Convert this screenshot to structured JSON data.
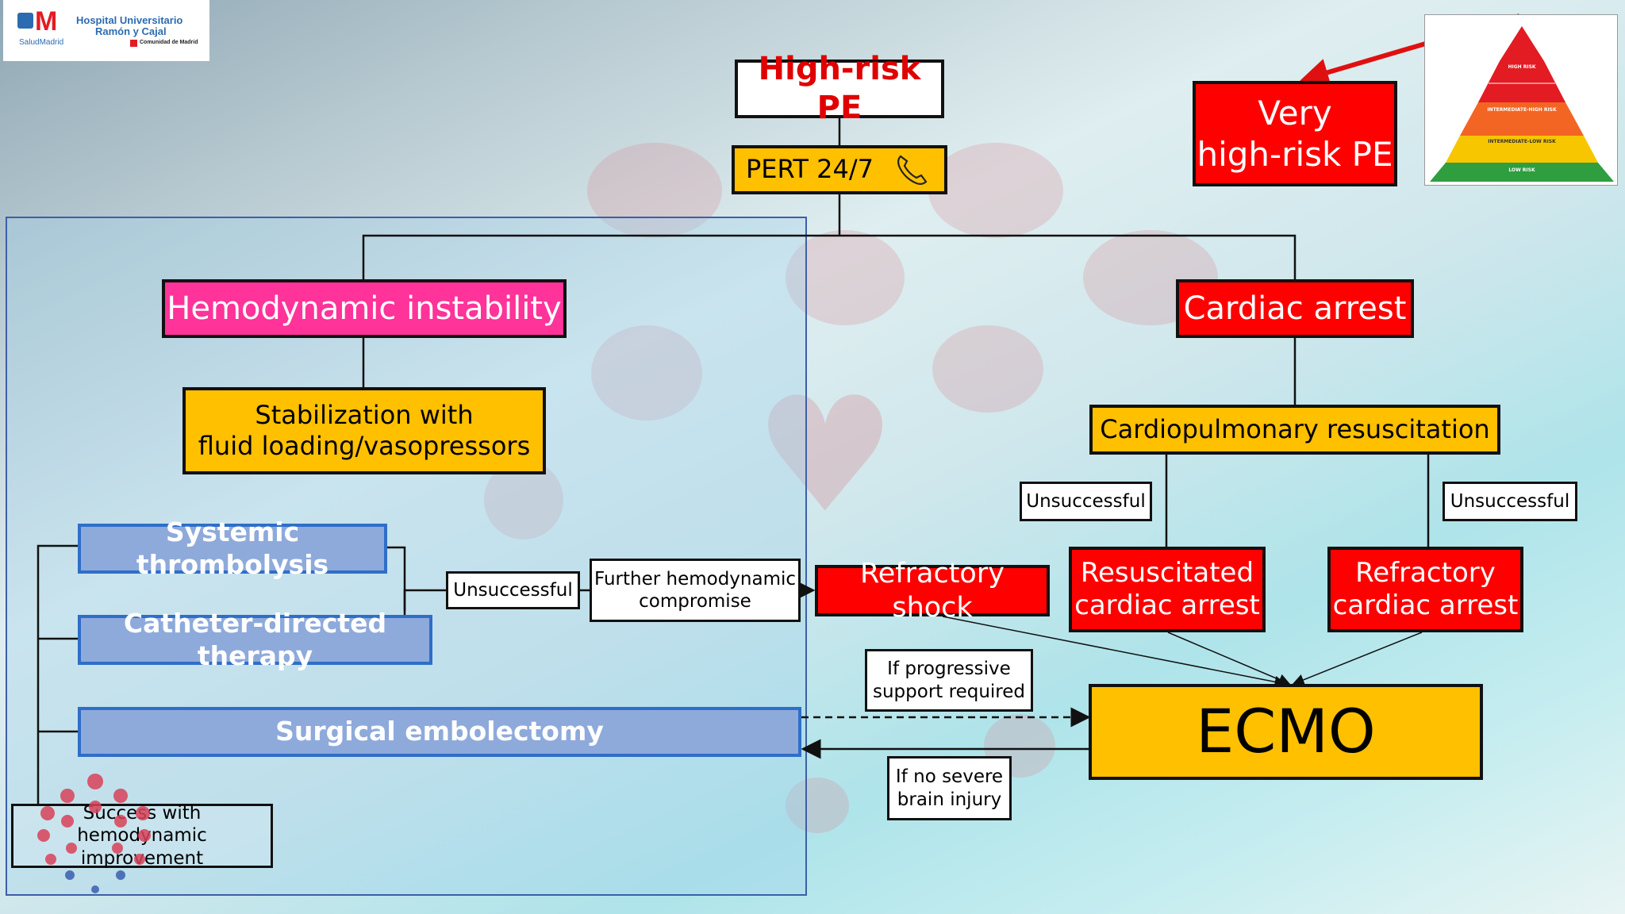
{
  "logo": {
    "brand_letter": "M",
    "sub_brand": "SaludMadrid",
    "hospital_line1": "Hospital Universitario",
    "hospital_line2": "Ramón y Cajal",
    "region": "Comunidad de Madrid"
  },
  "nodes": {
    "high_risk_pe": "High-risk PE",
    "pert": "PERT 24/7",
    "very_high_risk_line1": "Very",
    "very_high_risk_line2": "high-risk PE",
    "hemodynamic_instability": "Hemodynamic instability",
    "cardiac_arrest": "Cardiac arrest",
    "stabilization_line1": "Stabilization with",
    "stabilization_line2": "fluid loading/vasopressors",
    "cpr": "Cardiopulmonary resuscitation",
    "unsuccessful_cpr_left": "Unsuccessful",
    "unsuccessful_cpr_right": "Unsuccessful",
    "systemic_thrombolysis": "Systemic thrombolysis",
    "catheter_directed": "Catheter-directed therapy",
    "surgical_embolectomy": "Surgical embolectomy",
    "unsuccessful_reperfusion": "Unsuccessful",
    "further_line1": "Further hemodynamic",
    "further_line2": "compromise",
    "refractory_shock": "Refractory shock",
    "resuscitated_line1": "Resuscitated",
    "resuscitated_line2": "cardiac arrest",
    "refractory_arrest_line1": "Refractory",
    "refractory_arrest_line2": "cardiac arrest",
    "progressive_line1": "If progressive",
    "progressive_line2": "support required",
    "ecmo": "ECMO",
    "brain_line1": "If no severe",
    "brain_line2": "brain injury",
    "success_line1": "Success with",
    "success_line2": "hemodynamic improvement"
  },
  "risk_pyramid": {
    "tiers": [
      {
        "label": "HIGH RISK",
        "color": "#e31b23"
      },
      {
        "label": "INTERMEDIATE-HIGH RISK",
        "color": "#f26522"
      },
      {
        "label": "INTERMEDIATE-LOW RISK",
        "color": "#f7c600"
      },
      {
        "label": "LOW RISK",
        "color": "#2e9e3f"
      }
    ]
  },
  "colors": {
    "red": "#ff0000",
    "yellow": "#ffc000",
    "magenta": "#ff3399",
    "blue_box": "#8eaadb",
    "blue_border": "#2f6ec8"
  },
  "icons": {
    "pert": "phone-icon"
  }
}
